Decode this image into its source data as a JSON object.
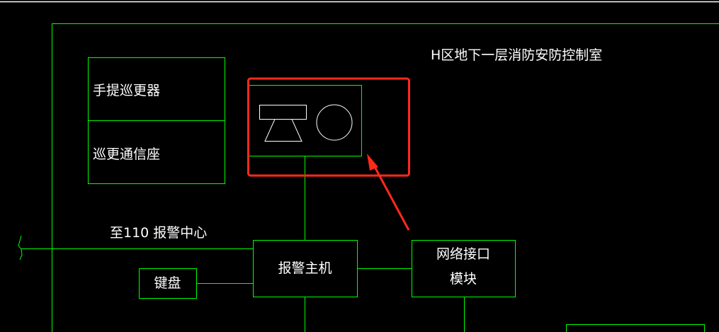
{
  "title": "H区地下一层消防安防控制室",
  "patrol_box": {
    "top_label": "手提巡更器",
    "bottom_label": "巡更通信座"
  },
  "link_label": "至110 报警中心",
  "alarm_host": "报警主机",
  "keyboard": "键盘",
  "network_module": {
    "line1": "网络接口",
    "line2": "模块"
  },
  "colors": {
    "line": "#00ff00",
    "text": "#ffffff",
    "highlight": "#ff2a1a",
    "background": "#000000"
  }
}
